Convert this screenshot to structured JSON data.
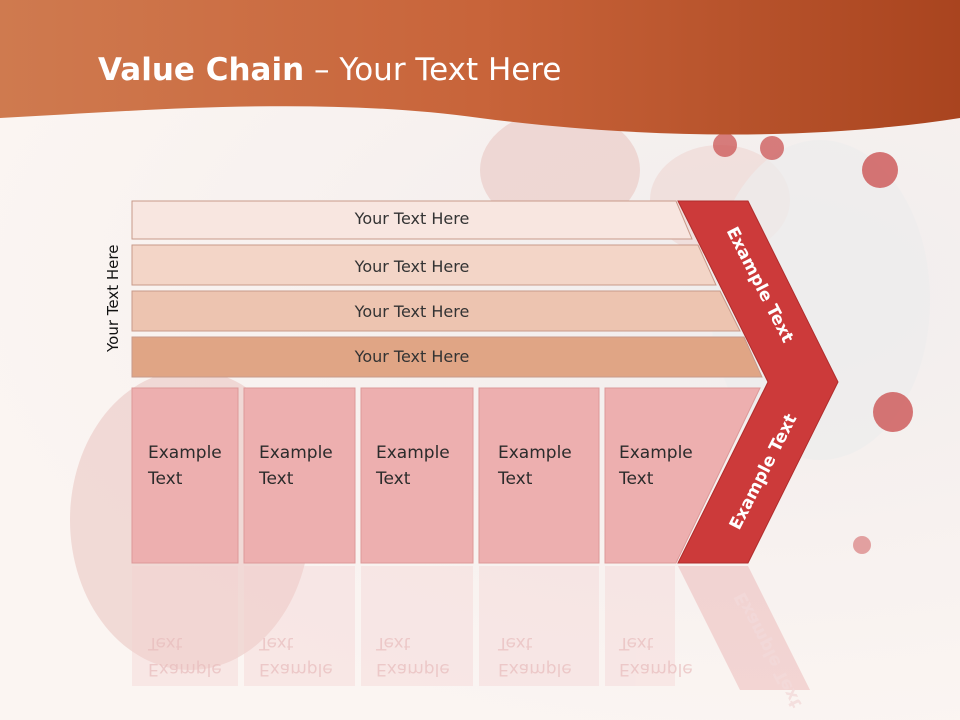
{
  "slide": {
    "title_bold": "Value Chain",
    "title_rest": " – Your Text Here",
    "side_label": "Your Text Here",
    "rows": [
      {
        "label": "Your Text Here"
      },
      {
        "label": "Your Text Here"
      },
      {
        "label": "Your Text Here"
      },
      {
        "label": "Your Text Here"
      }
    ],
    "cells": [
      {
        "line1": "Example",
        "line2": "Text"
      },
      {
        "line1": "Example",
        "line2": "Text"
      },
      {
        "line1": "Example",
        "line2": "Text"
      },
      {
        "line1": "Example",
        "line2": "Text"
      },
      {
        "line1": "Example",
        "line2": "Text"
      }
    ],
    "arrow_top": "Example Text",
    "arrow_bottom": "Example Text"
  },
  "colors": {
    "title_band": "#c8643a",
    "row_1": "#f8e6e0",
    "row_2": "#f3d5c7",
    "row_3": "#edc4b0",
    "row_4": "#e0a585",
    "cell": "#edafaf",
    "arrow": "#cc3a3a"
  }
}
